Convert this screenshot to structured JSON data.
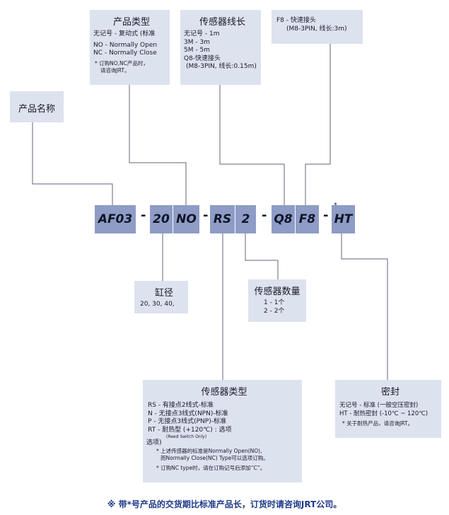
{
  "product_name_box": {
    "title": "产品名称"
  },
  "product_type_box": {
    "title": "产品类型",
    "lines": [
      "无记号 - 复动式 (标准",
      "NO - Normally Open",
      "NC - Normally Close"
    ],
    "notes": [
      "* 订购NO,NC产品时，",
      "请咨询JRT。"
    ]
  },
  "sensor_cable_box": {
    "title": "传感器线长",
    "lines": [
      "无记号 - 1m",
      "3M - 3m",
      "5M - 5m",
      "Q8-快速接头",
      "(M8-3PIN, 线长:0.15m)"
    ]
  },
  "quick_connector_box": {
    "lines": [
      "F8 - 快速接头",
      "(M8-3PIN, 线长:3m)"
    ]
  },
  "code_segments": {
    "series": "AF03",
    "bore": "20",
    "type": "NO",
    "sensor_type": "RS",
    "sensor_qty": "2",
    "cable": "Q8",
    "connector": "F8",
    "seal": "HT",
    "seal_mark": "*"
  },
  "dash": "-",
  "bore_box": {
    "title": "缸径",
    "line": "20, 30, 40,"
  },
  "sensor_qty_box": {
    "title": "传感器数量",
    "lines": [
      "1 - 1个",
      "2 - 2个"
    ]
  },
  "sensor_type_box": {
    "title": "传感器类型",
    "lines": [
      "RS - 有接点2线式-标准",
      "N - 无接点3线式(NPN)-标准",
      "P - 无接点3线式(PNP)-标准",
      "RT - 耐热型 (+120℃) : 选项"
    ],
    "reed_note": "(Reed Switch Only)",
    "option_label": "选项)",
    "notes": [
      "* 上述传感器的标准是Normally Open(NO),",
      "而Normally Close(NC) Type可以选项订购。",
      "* 订购NC type时，请在订购记号后添加“C”。"
    ]
  },
  "seal_box": {
    "title": "密封",
    "lines": [
      "无记号 - 标准 (一般空压密封)",
      "HT - 耐热密封 (-10℃ ~ 120℃)"
    ],
    "note": "* 关于耐热产品，请咨询JRT。"
  },
  "footer": "※ 带*号产品的交货期比标准产品长，订货时请咨询JRT公司。",
  "colors": {
    "box_bg": "#dde2ef",
    "code_bg": "#8e9cc6",
    "line": "#5f6678",
    "footer": "#1e3a8a"
  }
}
